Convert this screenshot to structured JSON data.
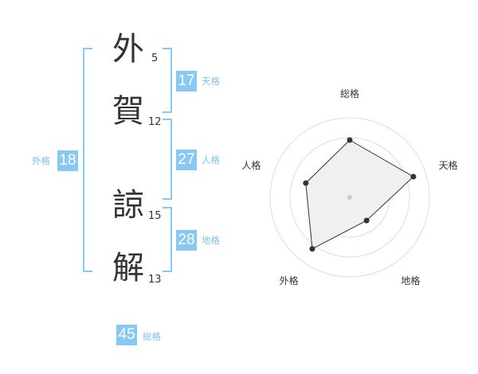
{
  "name_chars": [
    {
      "char": "外",
      "strokes": "5"
    },
    {
      "char": "賀",
      "strokes": "12"
    },
    {
      "char": "諒",
      "strokes": "15"
    },
    {
      "char": "解",
      "strokes": "13"
    }
  ],
  "kaku": {
    "ten": {
      "value": "17",
      "label": "天格"
    },
    "jin": {
      "value": "27",
      "label": "人格"
    },
    "chi": {
      "value": "28",
      "label": "地格"
    },
    "gai": {
      "value": "18",
      "label": "外格"
    },
    "sou": {
      "value": "45",
      "label": "総格"
    }
  },
  "colors": {
    "accent": "#86c9f4",
    "text": "#333333"
  },
  "chart_data": {
    "type": "radar",
    "axes": [
      "総格",
      "天格",
      "地格",
      "外格",
      "人格"
    ],
    "values": [
      0.72,
      0.84,
      0.36,
      0.8,
      0.58
    ],
    "rings": 4,
    "max": 1
  }
}
